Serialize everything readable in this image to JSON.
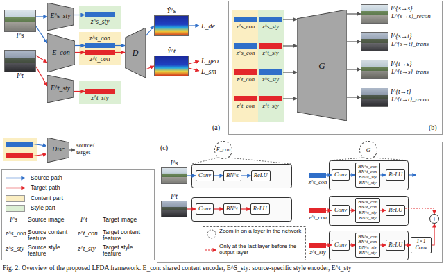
{
  "diagram": {
    "caption": "Fig. 2: Overview of the proposed LFDA framework. E_con: shared content encoder, E^S_sty: source-specific style encoder, E^t_sty",
    "nodes": [
      {
        "text": [
          "I^s"
        ]
      },
      {
        "text": [
          "E^s_sty"
        ]
      },
      {
        "text": [
          "E_con"
        ]
      },
      {
        "text": [
          "I^t"
        ]
      },
      {
        "text": [
          "E^t_sty"
        ]
      },
      {
        "text": [
          "z^s_sty"
        ]
      },
      {
        "text": [
          "z^s_con"
        ]
      },
      {
        "text": [
          "z^t_con"
        ]
      },
      {
        "text": [
          "z^t_sty"
        ]
      },
      {
        "text": [
          "D"
        ]
      },
      {
        "text": [
          "Ŷ^s"
        ]
      },
      {
        "text": [
          "Ŷ^t"
        ]
      },
      {
        "text": [
          "Disc"
        ]
      },
      {
        "text": [
          "z^s_con",
          "z^s_sty"
        ]
      },
      {
        "text": [
          "z^s_con",
          "z^t_sty"
        ]
      },
      {
        "text": [
          "z^t_con",
          "z^s_sty"
        ]
      },
      {
        "text": [
          "z^t_con",
          "z^t_sty"
        ]
      },
      {
        "text": [
          "G"
        ]
      },
      {
        "text": [
          "I^{s→s}"
        ]
      },
      {
        "text": [
          "I^{s→t}"
        ]
      },
      {
        "text": [
          "I^{t→s}"
        ]
      },
      {
        "text": [
          "I^{t→t}"
        ]
      },
      {
        "text": [
          "E_con"
        ]
      },
      {
        "text": [
          "G"
        ]
      },
      {
        "text": [
          "I^s"
        ]
      },
      {
        "text": [
          "Conv"
        ]
      },
      {
        "text": [
          "BN^s"
        ]
      },
      {
        "text": [
          "ReLU"
        ]
      },
      {
        "text": [
          "I^t"
        ]
      },
      {
        "text": [
          "Conv"
        ]
      },
      {
        "text": [
          "BN^t"
        ]
      },
      {
        "text": [
          "ReLU"
        ]
      },
      {
        "text": [
          "z^s_con"
        ]
      },
      {
        "text": [
          "Conv"
        ]
      },
      {
        "text": [
          "BN^s_con",
          "BN^t_con",
          "BN^s_sty",
          "BN^t_sty"
        ]
      },
      {
        "text": [
          "ReLU"
        ]
      },
      {
        "text": [
          "z^t_con"
        ]
      },
      {
        "text": [
          "Conv"
        ]
      },
      {
        "text": [
          "BN^s_con",
          "BN^t_con",
          "BN^s_sty",
          "BN^t_sty"
        ]
      },
      {
        "text": [
          "ReLU"
        ]
      },
      {
        "text": [
          "z^t_sty"
        ]
      },
      {
        "text": [
          "Conv"
        ]
      },
      {
        "text": [
          "BN^s_con",
          "BN^t_con",
          "BN^s_sty",
          "BN^t_sty"
        ]
      },
      {
        "text": [
          "ReLU"
        ]
      },
      {
        "text": [
          "1×1 Conv"
        ]
      },
      {
        "text": [
          "+"
        ]
      }
    ],
    "edges": [
      {
        "from": 0,
        "to": 1,
        "arrow": "to"
      },
      {
        "from": 0,
        "to": 2,
        "arrow": "to"
      },
      {
        "from": 3,
        "to": 2,
        "arrow": "to"
      },
      {
        "from": 3,
        "to": 4,
        "arrow": "to"
      },
      {
        "from": 1,
        "to": 5,
        "arrow": "to"
      },
      {
        "from": 2,
        "to": 6,
        "arrow": "to"
      },
      {
        "from": 2,
        "to": 7,
        "arrow": "to"
      },
      {
        "from": 4,
        "to": 8,
        "arrow": "to"
      },
      {
        "from": 6,
        "to": 9,
        "arrow": "to"
      },
      {
        "from": 7,
        "to": 9,
        "arrow": "to"
      },
      {
        "from": 9,
        "to": 10,
        "arrow": "to"
      },
      {
        "from": 9,
        "to": 11,
        "arrow": "to"
      },
      {
        "from": 13,
        "to": 17,
        "arrow": "to"
      },
      {
        "from": 14,
        "to": 17,
        "arrow": "to"
      },
      {
        "from": 15,
        "to": 17,
        "arrow": "to"
      },
      {
        "from": 16,
        "to": 17,
        "arrow": "to"
      },
      {
        "from": 17,
        "to": 18,
        "arrow": "to"
      },
      {
        "from": 17,
        "to": 19,
        "arrow": "to"
      },
      {
        "from": 17,
        "to": 20,
        "arrow": "to"
      },
      {
        "from": 17,
        "to": 21,
        "arrow": "to"
      },
      {
        "from": 24,
        "to": 25,
        "arrow": "to"
      },
      {
        "from": 25,
        "to": 26,
        "arrow": "to"
      },
      {
        "from": 26,
        "to": 27,
        "arrow": "to"
      },
      {
        "from": 28,
        "to": 29,
        "arrow": "to"
      },
      {
        "from": 29,
        "to": 30,
        "arrow": "to"
      },
      {
        "from": 30,
        "to": 31,
        "arrow": "to"
      },
      {
        "from": 32,
        "to": 33,
        "arrow": "to"
      },
      {
        "from": 33,
        "to": 34,
        "arrow": "to"
      },
      {
        "from": 34,
        "to": 35,
        "arrow": "to"
      },
      {
        "from": 36,
        "to": 37,
        "arrow": "to"
      },
      {
        "from": 37,
        "to": 38,
        "arrow": "to"
      },
      {
        "from": 38,
        "to": 39,
        "arrow": "to"
      },
      {
        "from": 40,
        "to": 41,
        "arrow": "to"
      },
      {
        "from": 41,
        "to": 42,
        "arrow": "to"
      },
      {
        "from": 42,
        "to": 43,
        "arrow": "to"
      },
      {
        "from": 43,
        "to": 44,
        "arrow": "to"
      },
      {
        "from": 44,
        "to": 45,
        "arrow": "to"
      },
      {
        "from": 39,
        "to": 45,
        "arrow": "to"
      }
    ],
    "labels": [
      "L_de",
      "L_geo",
      "L_sm",
      "(a)",
      "source/ target",
      "L^{s→s}_recon",
      "L^{s→t}_trans",
      "L^{t→s}_trans",
      "L^{t→t}_recon",
      "(b)",
      "I^s",
      "I^t",
      "z^s_con",
      "z^t_con",
      "z^s_sty",
      "z^t_sty",
      "(c)",
      "Zoom in on a layer in the network",
      "Only at the last layer before the output layer"
    ],
    "legend": [
      {
        "text": "Source path"
      },
      {
        "text": "Target path"
      },
      {
        "text": "Content part",
        "color": "#fbeec2"
      },
      {
        "text": "Style part",
        "color": "#dcefd4"
      },
      {
        "text": "Source image"
      },
      {
        "text": "Target image"
      },
      {
        "text": "Source content feature"
      },
      {
        "text": "Target content feature"
      },
      {
        "text": "Source style feature"
      },
      {
        "text": "Target style feature"
      }
    ]
  }
}
